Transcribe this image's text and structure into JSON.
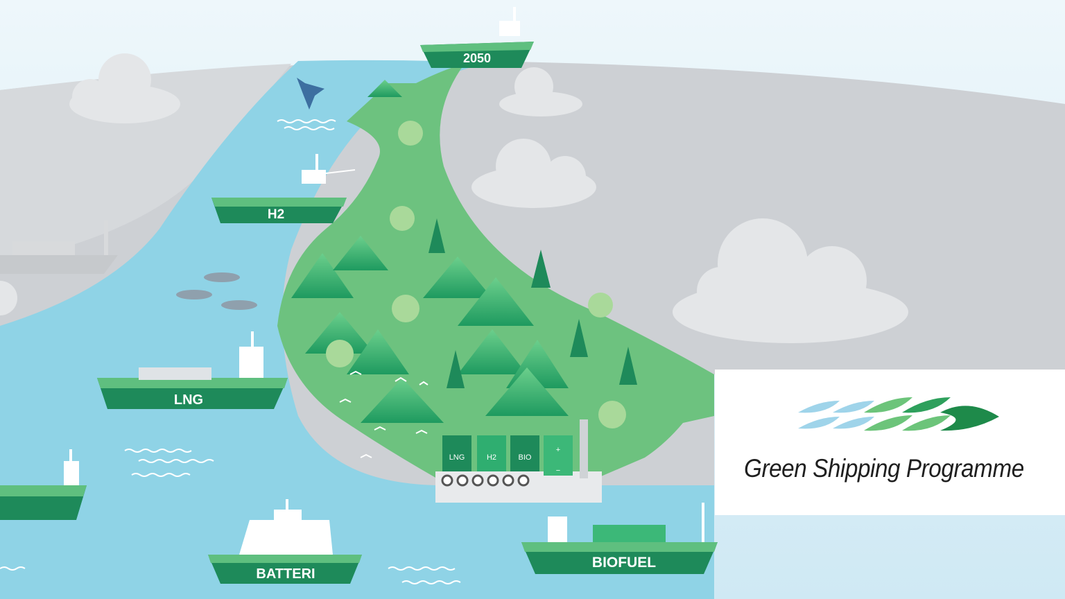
{
  "illustration": {
    "ships": {
      "top_ship_label": "2050",
      "h2_ship_label": "H2",
      "lng_ship_label": "LNG",
      "battery_ship_label": "BATTERI",
      "biofuel_ship_label": "BIOFUEL"
    },
    "fuel_station": {
      "tank_1": "LNG",
      "tank_2": "H2",
      "tank_3": "BIO",
      "battery_plus": "+",
      "battery_minus": "−"
    }
  },
  "logo": {
    "title": "Green Shipping Programme"
  },
  "colors": {
    "sea": "#8fd3e6",
    "land": "#6dc27f",
    "hull_dark": "#1e8a5a",
    "hull_light": "#5fbf7f",
    "sky": "#dfeff6",
    "earth_grey": "#c9ccd0"
  }
}
